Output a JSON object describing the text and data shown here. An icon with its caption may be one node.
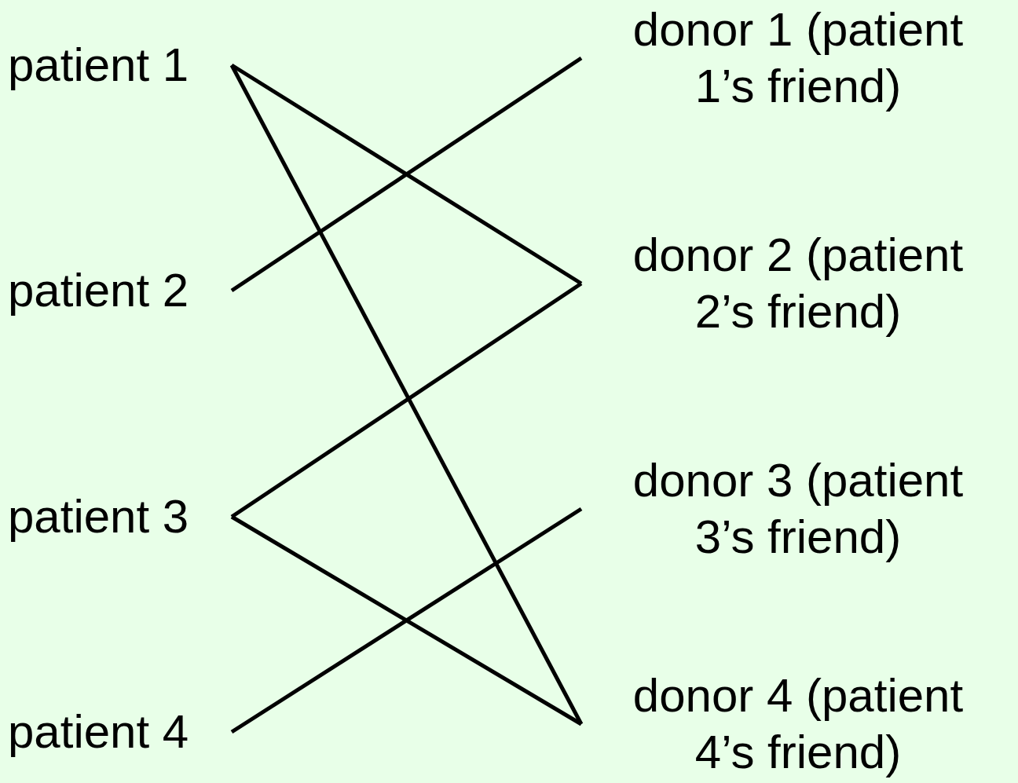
{
  "diagram": {
    "nodes": [
      {
        "text": [
          "patient 1"
        ]
      },
      {
        "text": [
          "patient 2"
        ]
      },
      {
        "text": [
          "patient 3"
        ]
      },
      {
        "text": [
          "patient 4"
        ]
      },
      {
        "text": [
          "donor 1 (patient 1’s friend)"
        ]
      },
      {
        "text": [
          "donor 2 (patient 2’s friend)"
        ]
      },
      {
        "text": [
          "donor 3 (patient 3’s friend)"
        ]
      },
      {
        "text": [
          "donor 4 (patient 4’s friend)"
        ]
      }
    ],
    "edges": [
      {
        "from": 0,
        "to": 5,
        "arrow": "none"
      },
      {
        "from": 0,
        "to": 7,
        "arrow": "none"
      },
      {
        "from": 1,
        "to": 4,
        "arrow": "none"
      },
      {
        "from": 2,
        "to": 5,
        "arrow": "none"
      },
      {
        "from": 2,
        "to": 7,
        "arrow": "none"
      },
      {
        "from": 3,
        "to": 6,
        "arrow": "none"
      }
    ]
  }
}
